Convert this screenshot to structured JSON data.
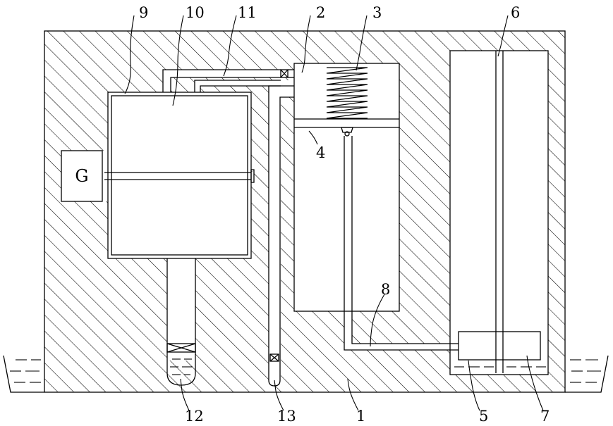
{
  "labels": {
    "body": "1",
    "upper_chamber": "2",
    "spring": "3",
    "piston_plate": "4",
    "bottom_tank": "5",
    "rod": "6",
    "filter_block": "7",
    "connecting_pipe": "8",
    "side_housing": "9",
    "inner_box": "10",
    "top_pipe": "11",
    "float_tube": "12",
    "thin_pipe": "13",
    "generator": "G"
  }
}
